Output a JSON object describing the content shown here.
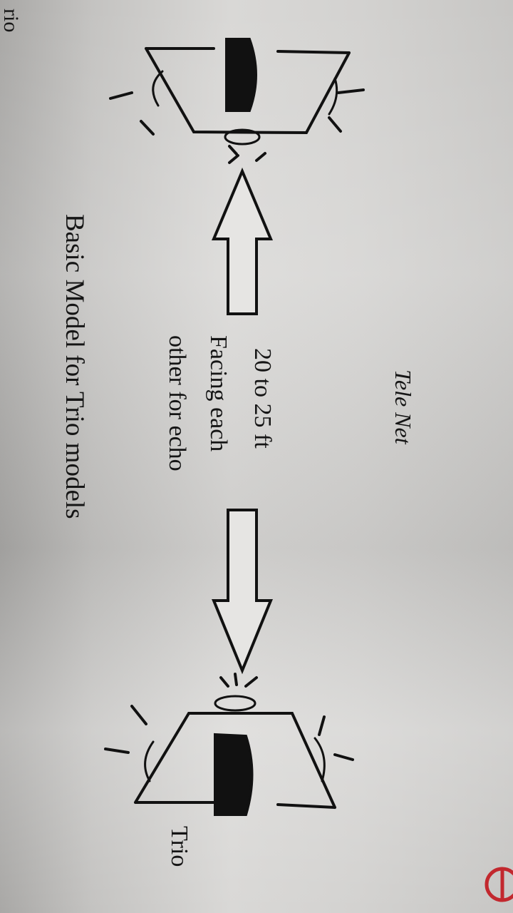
{
  "title": "Tele Net",
  "distance": "20 to 25 ft",
  "note_line1": "Facing each",
  "note_line2": "other for echo",
  "caption": "Basic Model for Trio models",
  "label_top": "rio",
  "label_bottom": "Trio"
}
